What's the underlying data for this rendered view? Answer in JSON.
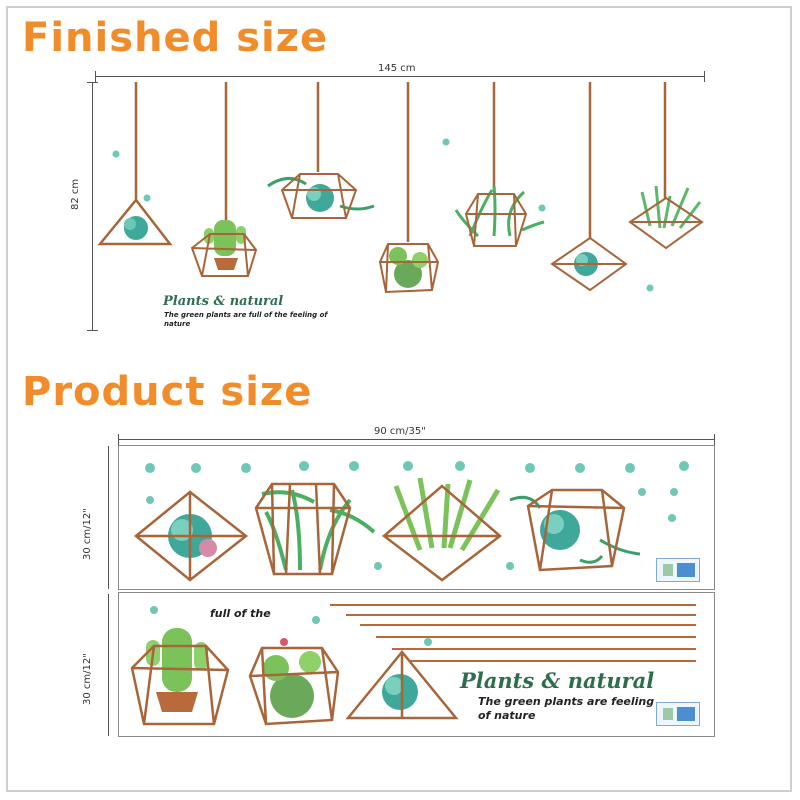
{
  "headings": {
    "finished": "Finished size",
    "product": "Product size"
  },
  "dimensions": {
    "finished_width": "145 cm",
    "finished_height": "82 cm",
    "product_width": "90 cm/35\"",
    "product_sheet1_height": "30 cm/12\"",
    "product_sheet2_height": "30 cm/12\""
  },
  "branding": {
    "title_top": "Plants & natural",
    "subtitle_top": "The green plants are full of the feeling of nature",
    "title_bottom": "Plants & natural",
    "subtitle_bottom": "The green plants are feeling of nature",
    "fragment": "full of the"
  },
  "colors": {
    "heading": "#f08c2a",
    "frame_copper": "#a8653a",
    "leaf_green": "#3aa06a",
    "succulent_teal": "#3fa89a",
    "cactus_green": "#7cc25a",
    "brand_green": "#2f6e4d"
  }
}
